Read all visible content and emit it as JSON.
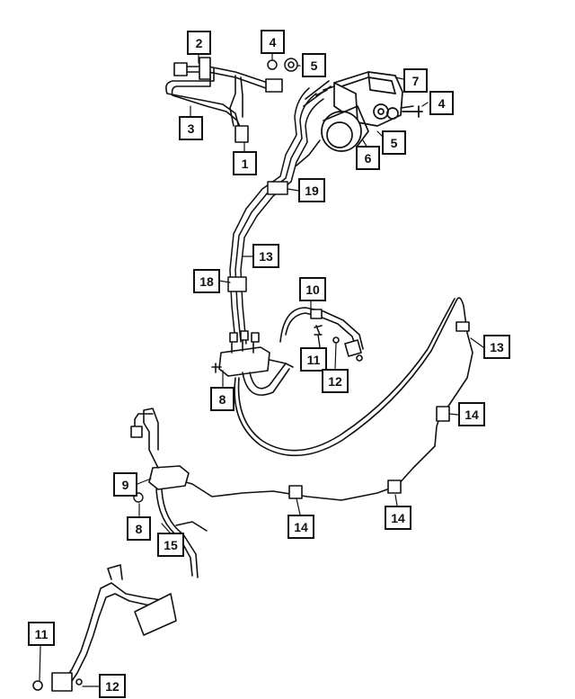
{
  "callouts": {
    "c1": "1",
    "c2": "2",
    "c3": "3",
    "c4a": "4",
    "c4b": "4",
    "c5a": "5",
    "c5b": "5",
    "c6": "6",
    "c7": "7",
    "c8a": "8",
    "c8b": "8",
    "c9": "9",
    "c10": "10",
    "c11a": "11",
    "c11b": "11",
    "c12a": "12",
    "c12b": "12",
    "c13a": "13",
    "c13b": "13",
    "c14a": "14",
    "c14b": "14",
    "c14c": "14",
    "c15": "15",
    "c18": "18",
    "c19": "19"
  }
}
